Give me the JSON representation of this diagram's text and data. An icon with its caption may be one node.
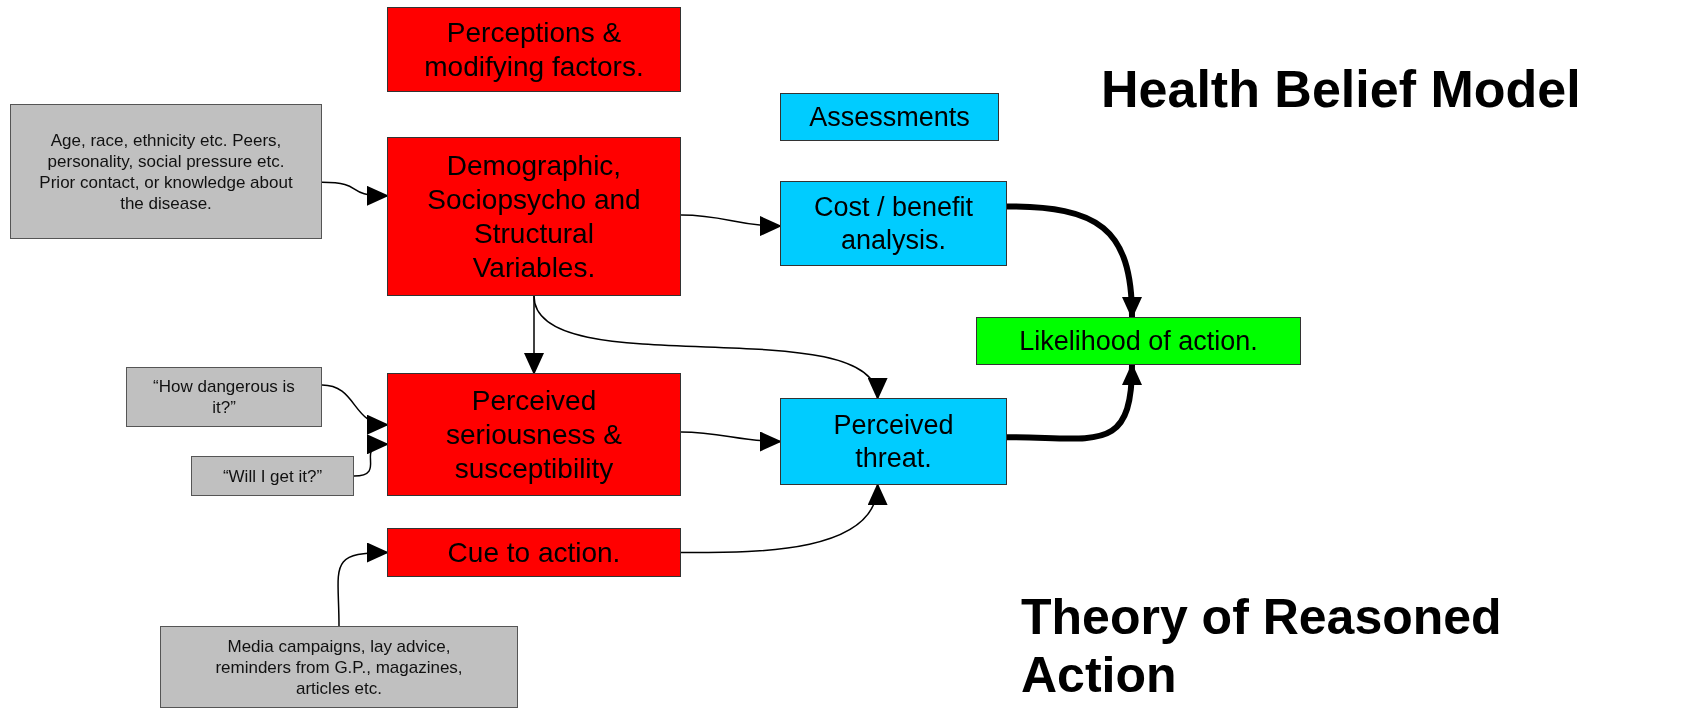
{
  "diagram": {
    "title": "Health Belief Model",
    "nodes": [
      {
        "text": [
          "Perceptions & modifying factors."
        ]
      },
      {
        "text": [
          "Assessments"
        ]
      },
      {
        "text": [
          "Age, race, ethnicity etc. Peers, personality,  social pressure etc. Prior contact, or knowledge about the disease."
        ]
      },
      {
        "text": [
          "Demographic, Sociopsycho and Structural Variables."
        ]
      },
      {
        "text": [
          "Cost / benefit analysis."
        ]
      },
      {
        "text": [
          "Likelihood of action."
        ]
      },
      {
        "text": [
          "“How dangerous is it?”"
        ]
      },
      {
        "text": [
          "Perceived seriousness & susceptibility"
        ]
      },
      {
        "text": [
          "“Will I get it?”"
        ]
      },
      {
        "text": [
          "Perceived threat."
        ]
      },
      {
        "text": [
          "Cue to action."
        ]
      },
      {
        "text": [
          "Media campaigns, lay advice, reminders from G.P., magazines, articles etc."
        ]
      }
    ],
    "edges": [
      {
        "from": 2,
        "to": 3,
        "arrow": "to"
      },
      {
        "from": 3,
        "to": 4,
        "arrow": "to"
      },
      {
        "from": 3,
        "to": 7,
        "arrow": "to"
      },
      {
        "from": 3,
        "to": 9,
        "arrow": "to"
      },
      {
        "from": 6,
        "to": 7,
        "arrow": "to"
      },
      {
        "from": 8,
        "to": 7,
        "arrow": "to"
      },
      {
        "from": 7,
        "to": 9,
        "arrow": "to"
      },
      {
        "from": 10,
        "to": 9,
        "arrow": "to"
      },
      {
        "from": 11,
        "to": 10,
        "arrow": "to"
      },
      {
        "from": 4,
        "to": 5,
        "arrow": "to",
        "style": "thick"
      },
      {
        "from": 9,
        "to": 5,
        "arrow": "to",
        "style": "thick"
      }
    ],
    "labels": [
      "Theory of Reasoned Action"
    ]
  }
}
